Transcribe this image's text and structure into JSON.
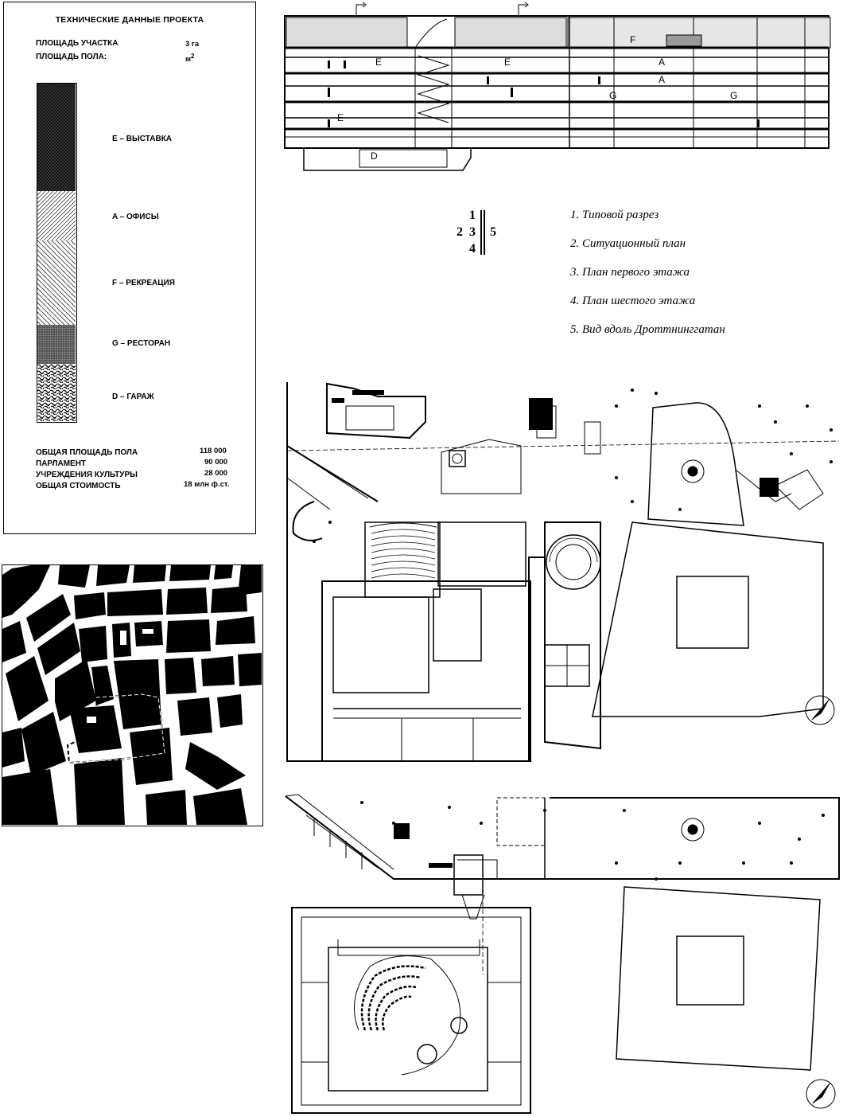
{
  "panel": {
    "title": "ТЕХНИЧЕСКИЕ ДАННЫЕ ПРОЕКТА",
    "site_area_label": "ПЛОЩАДЬ УЧАСТКА",
    "site_area_value": "3 га",
    "floor_area_label": "ПЛОЩАДЬ ПОЛА:",
    "floor_area_unit": "м",
    "floor_area_unit_sup": "2",
    "functions": [
      {
        "code": "E",
        "label": "E – ВЫСТАВКА"
      },
      {
        "code": "A",
        "label": "A – ОФИСЫ"
      },
      {
        "code": "F",
        "label": "F – РЕКРЕАЦИЯ"
      },
      {
        "code": "G",
        "label": "G – РЕСТОРАН"
      },
      {
        "code": "D",
        "label": "D – ГАРАЖ"
      }
    ],
    "totals": [
      {
        "label": "ОБЩАЯ ПЛОЩАДЬ ПОЛА",
        "value": "118 000"
      },
      {
        "label": "ПАРЛАМЕНТ",
        "value": "90 000"
      },
      {
        "label": "УЧРЕЖДЕНИЯ КУЛЬТУРЫ",
        "value": "28 000"
      },
      {
        "label": "ОБЩАЯ СТОИМОСТЬ",
        "value": "18 млн ф.ст."
      }
    ]
  },
  "section_labels": [
    "F",
    "A",
    "A",
    "E",
    "E",
    "G",
    "G",
    "E",
    "D"
  ],
  "key": {
    "n1": "1",
    "n2": "2",
    "n3": "3",
    "n4": "4",
    "n5": "5"
  },
  "legend": [
    "1. Типовой разрез",
    "2. Ситуационный план",
    "3. План первого этажа",
    "4. План шестого этажа",
    "5. Вид вдоль Дроттнинггатан"
  ]
}
